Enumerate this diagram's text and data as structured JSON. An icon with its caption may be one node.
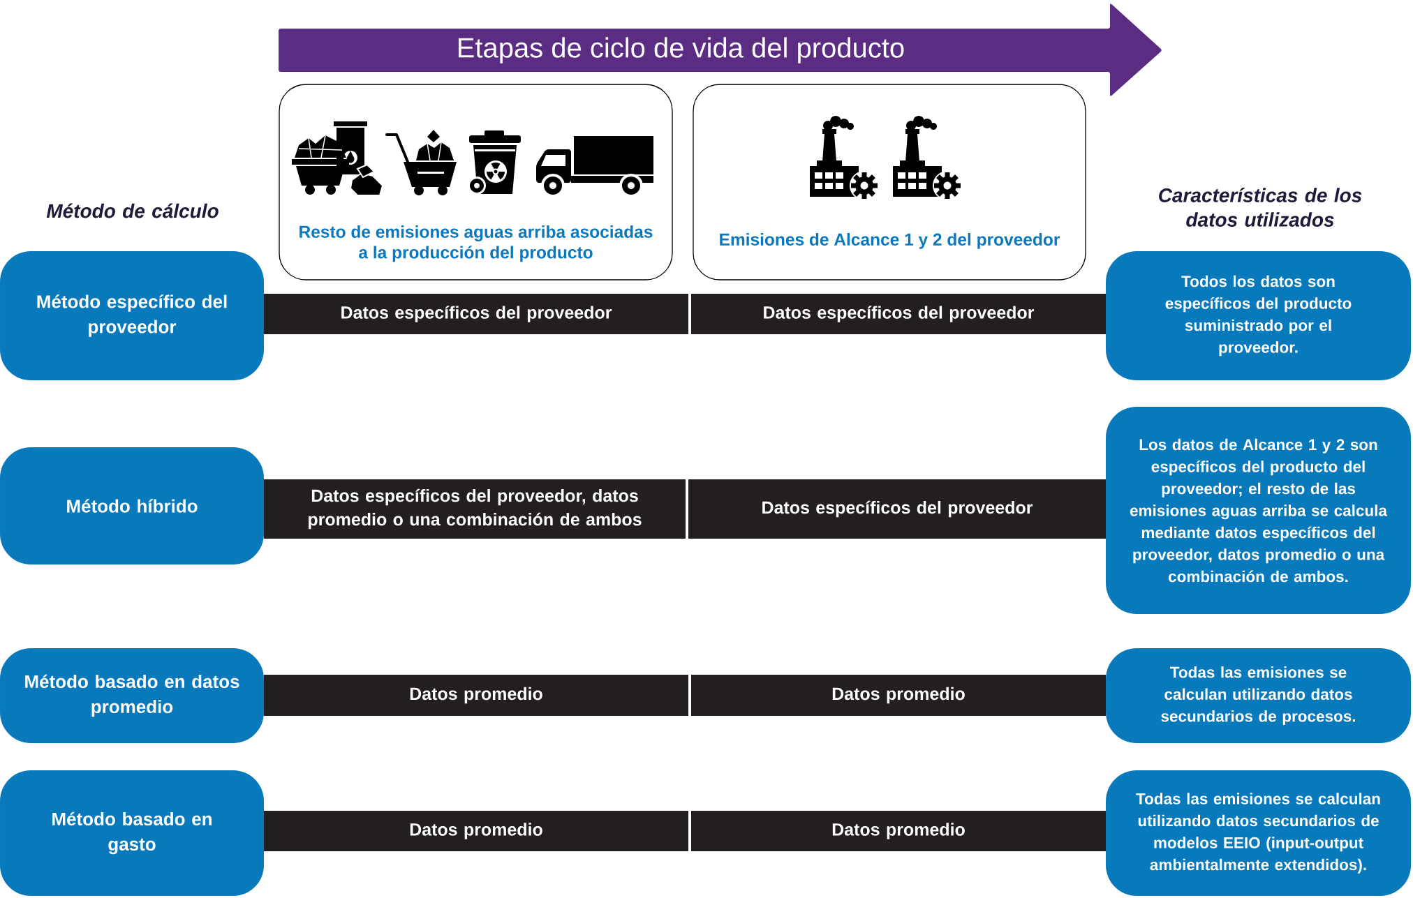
{
  "diagram": {
    "nodes": [
      {
        "text": [
          "Etapas de ciclo de vida del producto"
        ]
      },
      {
        "text": [
          "Resto de emisiones aguas arriba asociadas a la producción del producto"
        ]
      },
      {
        "text": [
          "Emisiones de Alcance 1 y 2 del proveedor"
        ]
      },
      {
        "text": [
          "Método específico del proveedor"
        ]
      },
      {
        "text": [
          "Datos específicos del proveedor"
        ]
      },
      {
        "text": [
          "Datos específicos del proveedor"
        ]
      },
      {
        "text": [
          "Todos los datos son específicos del producto suministrado por el proveedor."
        ]
      },
      {
        "text": [
          "Método híbrido"
        ]
      },
      {
        "text": [
          "Datos específicos del proveedor, datos promedio o una combinación de ambos"
        ]
      },
      {
        "text": [
          "Datos específicos del proveedor"
        ]
      },
      {
        "text": [
          "Los datos de Alcance 1 y 2 son específicos del producto del proveedor; el resto de las emisiones aguas arriba se calcula mediante datos específicos del proveedor, datos promedio o una combinación de ambos."
        ]
      },
      {
        "text": [
          "Método basado en datos promedio"
        ]
      },
      {
        "text": [
          "Datos promedio"
        ]
      },
      {
        "text": [
          "Datos promedio"
        ]
      },
      {
        "text": [
          "Todas las emisiones se calculan utilizando datos secundarios de procesos."
        ]
      },
      {
        "text": [
          "Método basado en gasto"
        ]
      },
      {
        "text": [
          "Datos promedio"
        ]
      },
      {
        "text": [
          "Datos promedio"
        ]
      },
      {
        "text": [
          "Todas las emisiones se calculan utilizando datos secundarios de modelos EEIO (input-output ambientalmente extendidos)."
        ]
      }
    ],
    "labels": [
      "Método de cálculo",
      "Características de los datos utilizados"
    ]
  }
}
